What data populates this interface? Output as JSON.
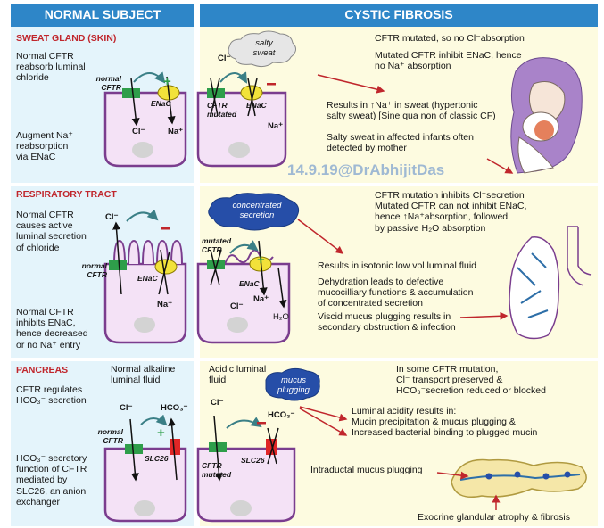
{
  "headers": {
    "left": "NORMAL SUBJECT",
    "right": "CYSTIC FIBROSIS"
  },
  "watermark": "14.9.19@DrAbhijitDas",
  "colors": {
    "header_bg": "#2e86c8",
    "left_bg": "#e4f4fb",
    "right_bg": "#fdfbe0",
    "cell_fill": "#f4e2f6",
    "cell_stroke": "#7a3d8e",
    "cftr": "#2e9e4a",
    "enac": "#f2e23a",
    "slc26": "#e02626",
    "accent_red": "#c0262c"
  },
  "sweat": {
    "section_title": "SWEAT GLAND (SKIN)",
    "left_text": "Normal CFTR\nreabsorb luminal\nchloride",
    "left_text2": "Augment Na⁺\nreabsorption\nvia ENaC",
    "cloud": "salty\nsweat",
    "lbl_normal_cftr": "normal\nCFTR",
    "lbl_enac_n": "ENaC",
    "lbl_cl_n": "Cl⁻",
    "lbl_na_n": "Na⁺",
    "lbl_cl_top": "Cl⁻",
    "lbl_cftr_mut": "CFTR\nmutated",
    "lbl_enac_m": "ENaC",
    "lbl_na_m": "Na⁺",
    "right_top": "CFTR mutated, so no Cl⁻absorption",
    "right_top2": "Mutated CFTR inhibit ENaC, hence\nno Na⁺ absorption",
    "result": "Results in ↑Na⁺ in sweat (hypertonic\nsalty sweat) [Sine qua non of classic CF)",
    "salty_note": "Salty sweat in affected infants often\ndetected by mother"
  },
  "resp": {
    "section_title": "RESPIRATORY TRACT",
    "left_text": "Normal CFTR\ncauses active\nluminal secretion\nof chloride",
    "left_text2": "Normal CFTR\ninhibits ENaC,\nhence decreased\nor no Na⁺ entry",
    "cloud": "concentrated\nsecretion",
    "lbl_normal_cftr": "normal\nCFTR",
    "lbl_enac_n": "ENaC",
    "lbl_cl_n": "Cl⁻",
    "lbl_na_n": "Na⁺",
    "lbl_mut_cftr": "mutated\nCFTR",
    "lbl_enac_m": "ENaC",
    "lbl_cl_m": "Cl⁻",
    "lbl_na_m": "Na⁺",
    "lbl_h2o": "H₂O",
    "right_top": "CFTR mutation inhibits Cl⁻secretion\nMutated CFTR can not inhibit ENaC,\nhence ↑Na⁺absorption, followed\nby passive H₂O absorption",
    "result": "Results in isotonic low vol luminal fluid",
    "dehydration": "Dehydration leads to defective\nmucocilliary functions & accumulation\nof concentrated secretion",
    "viscid": "Viscid mucus plugging results in\nsecondary obstruction & infection"
  },
  "pancreas": {
    "section_title": "PANCREAS",
    "left_text": "CFTR regulates\nHCO₃⁻ secretion",
    "left_text2": "HCO₃⁻ secretory\nfunction of CFTR\nmediated by\nSLC26, an anion\nexchanger",
    "normal_fluid": "Normal alkaline\nluminal fluid",
    "acidic_fluid": "Acidic luminal\nfluid",
    "cloud": "mucus\nplugging",
    "lbl_cl_n": "Cl⁻",
    "lbl_hco3_n": "HCO₃⁻",
    "lbl_normal_cftr": "normal\nCFTR",
    "lbl_slc26_n": "SLC26",
    "lbl_cl_m": "Cl⁻",
    "lbl_hco3_m": "HCO₃⁻",
    "lbl_cftr_mut": "CFTR\nmutated",
    "lbl_slc26_m": "SLC26",
    "right_top": "In some CFTR mutation,\nCl⁻ transport preserved &\nHCO₃⁻secretion reduced or blocked",
    "acidity": "Luminal acidity results in:\nMucin precipitation & mucus plugging &\nIncreased bacterial binding to plugged mucin",
    "intraductal": "Intraductal mucus plugging",
    "atrophy": "Exocrine glandular atrophy & fibrosis"
  }
}
